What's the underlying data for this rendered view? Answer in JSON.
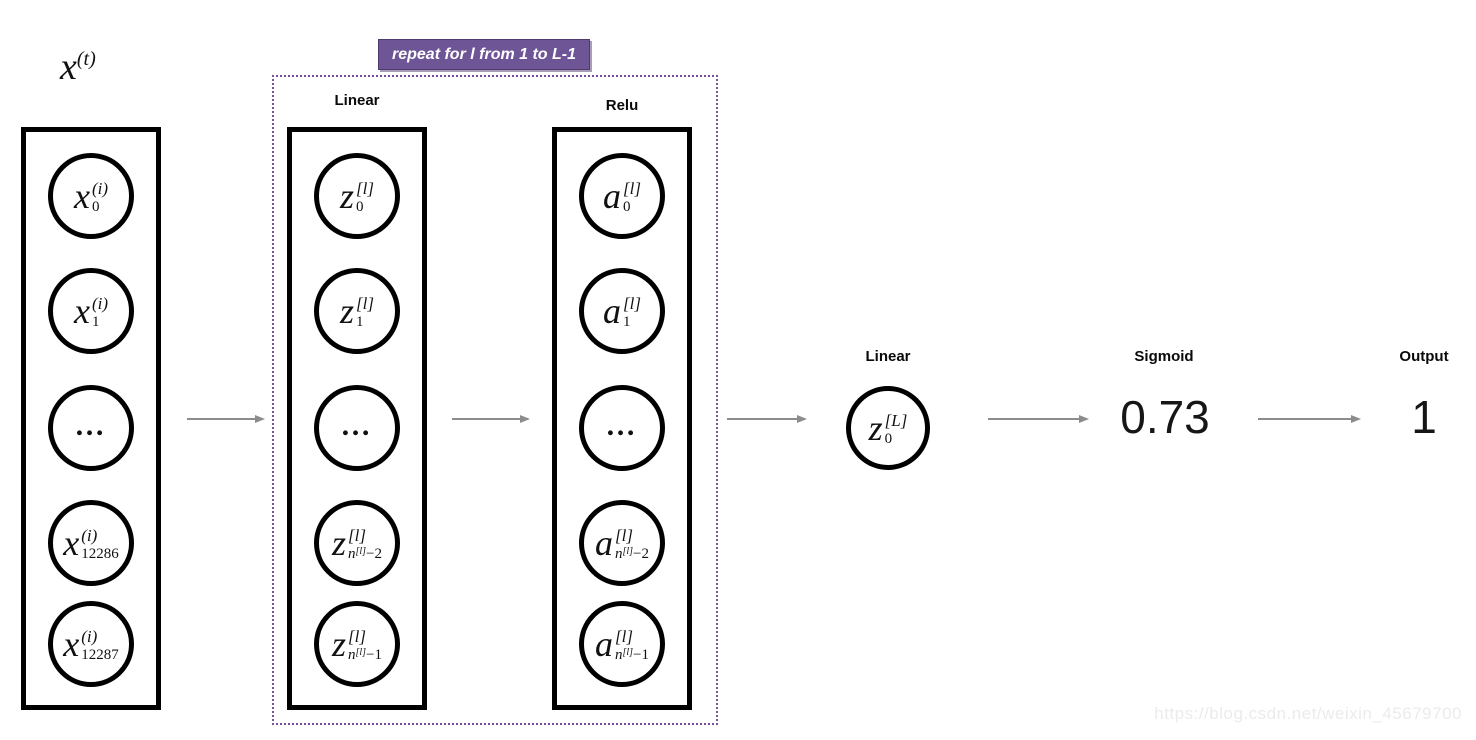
{
  "banner": {
    "label": "repeat for l from 1 to L-1"
  },
  "input_column": {
    "title_base": "x",
    "title_sup": "(t)",
    "nodes": [
      {
        "base": "x",
        "sup": "(i)",
        "sub_pre": "",
        "sub_sup": "",
        "sub_post": "0"
      },
      {
        "base": "x",
        "sup": "(i)",
        "sub_pre": "",
        "sub_sup": "",
        "sub_post": "1"
      },
      {
        "dots": "…"
      },
      {
        "base": "x",
        "sup": "(i)",
        "sub_pre": "",
        "sub_sup": "",
        "sub_post": "12286"
      },
      {
        "base": "x",
        "sup": "(i)",
        "sub_pre": "",
        "sub_sup": "",
        "sub_post": "12287"
      }
    ]
  },
  "repeat_block": {
    "linear_column": {
      "header": "Linear",
      "nodes": [
        {
          "base": "z",
          "sup": "[l]",
          "sub_pre": "",
          "sub_sup": "",
          "sub_post": "0"
        },
        {
          "base": "z",
          "sup": "[l]",
          "sub_pre": "",
          "sub_sup": "",
          "sub_post": "1"
        },
        {
          "dots": "…"
        },
        {
          "base": "z",
          "sup": "[l]",
          "sub_pre": "n",
          "sub_sup": "[l]",
          "sub_post": "−2"
        },
        {
          "base": "z",
          "sup": "[l]",
          "sub_pre": "n",
          "sub_sup": "[l]",
          "sub_post": "−1"
        }
      ]
    },
    "relu_column": {
      "header": "Relu",
      "nodes": [
        {
          "base": "a",
          "sup": "[l]",
          "sub_pre": "",
          "sub_sup": "",
          "sub_post": "0"
        },
        {
          "base": "a",
          "sup": "[l]",
          "sub_pre": "",
          "sub_sup": "",
          "sub_post": "1"
        },
        {
          "dots": "…"
        },
        {
          "base": "a",
          "sup": "[l]",
          "sub_pre": "n",
          "sub_sup": "[l]",
          "sub_post": "−2"
        },
        {
          "base": "a",
          "sup": "[l]",
          "sub_pre": "n",
          "sub_sup": "[l]",
          "sub_post": "−1"
        }
      ]
    }
  },
  "final_linear": {
    "header": "Linear",
    "node": {
      "base": "z",
      "sup": "[L]",
      "sub_pre": "",
      "sub_sup": "",
      "sub_post": "0"
    }
  },
  "sigmoid": {
    "header": "Sigmoid",
    "value": "0.73"
  },
  "output": {
    "header": "Output",
    "value": "1"
  },
  "watermark": "https://blog.csdn.net/weixin_45679700",
  "colors": {
    "banner_bg": "#6d5596",
    "banner_text": "#ffffff",
    "repeat_border": "#7d4f9b",
    "arrow": "#8c8c8c",
    "node_stroke": "#000000",
    "watermark": "#ebebeb"
  }
}
